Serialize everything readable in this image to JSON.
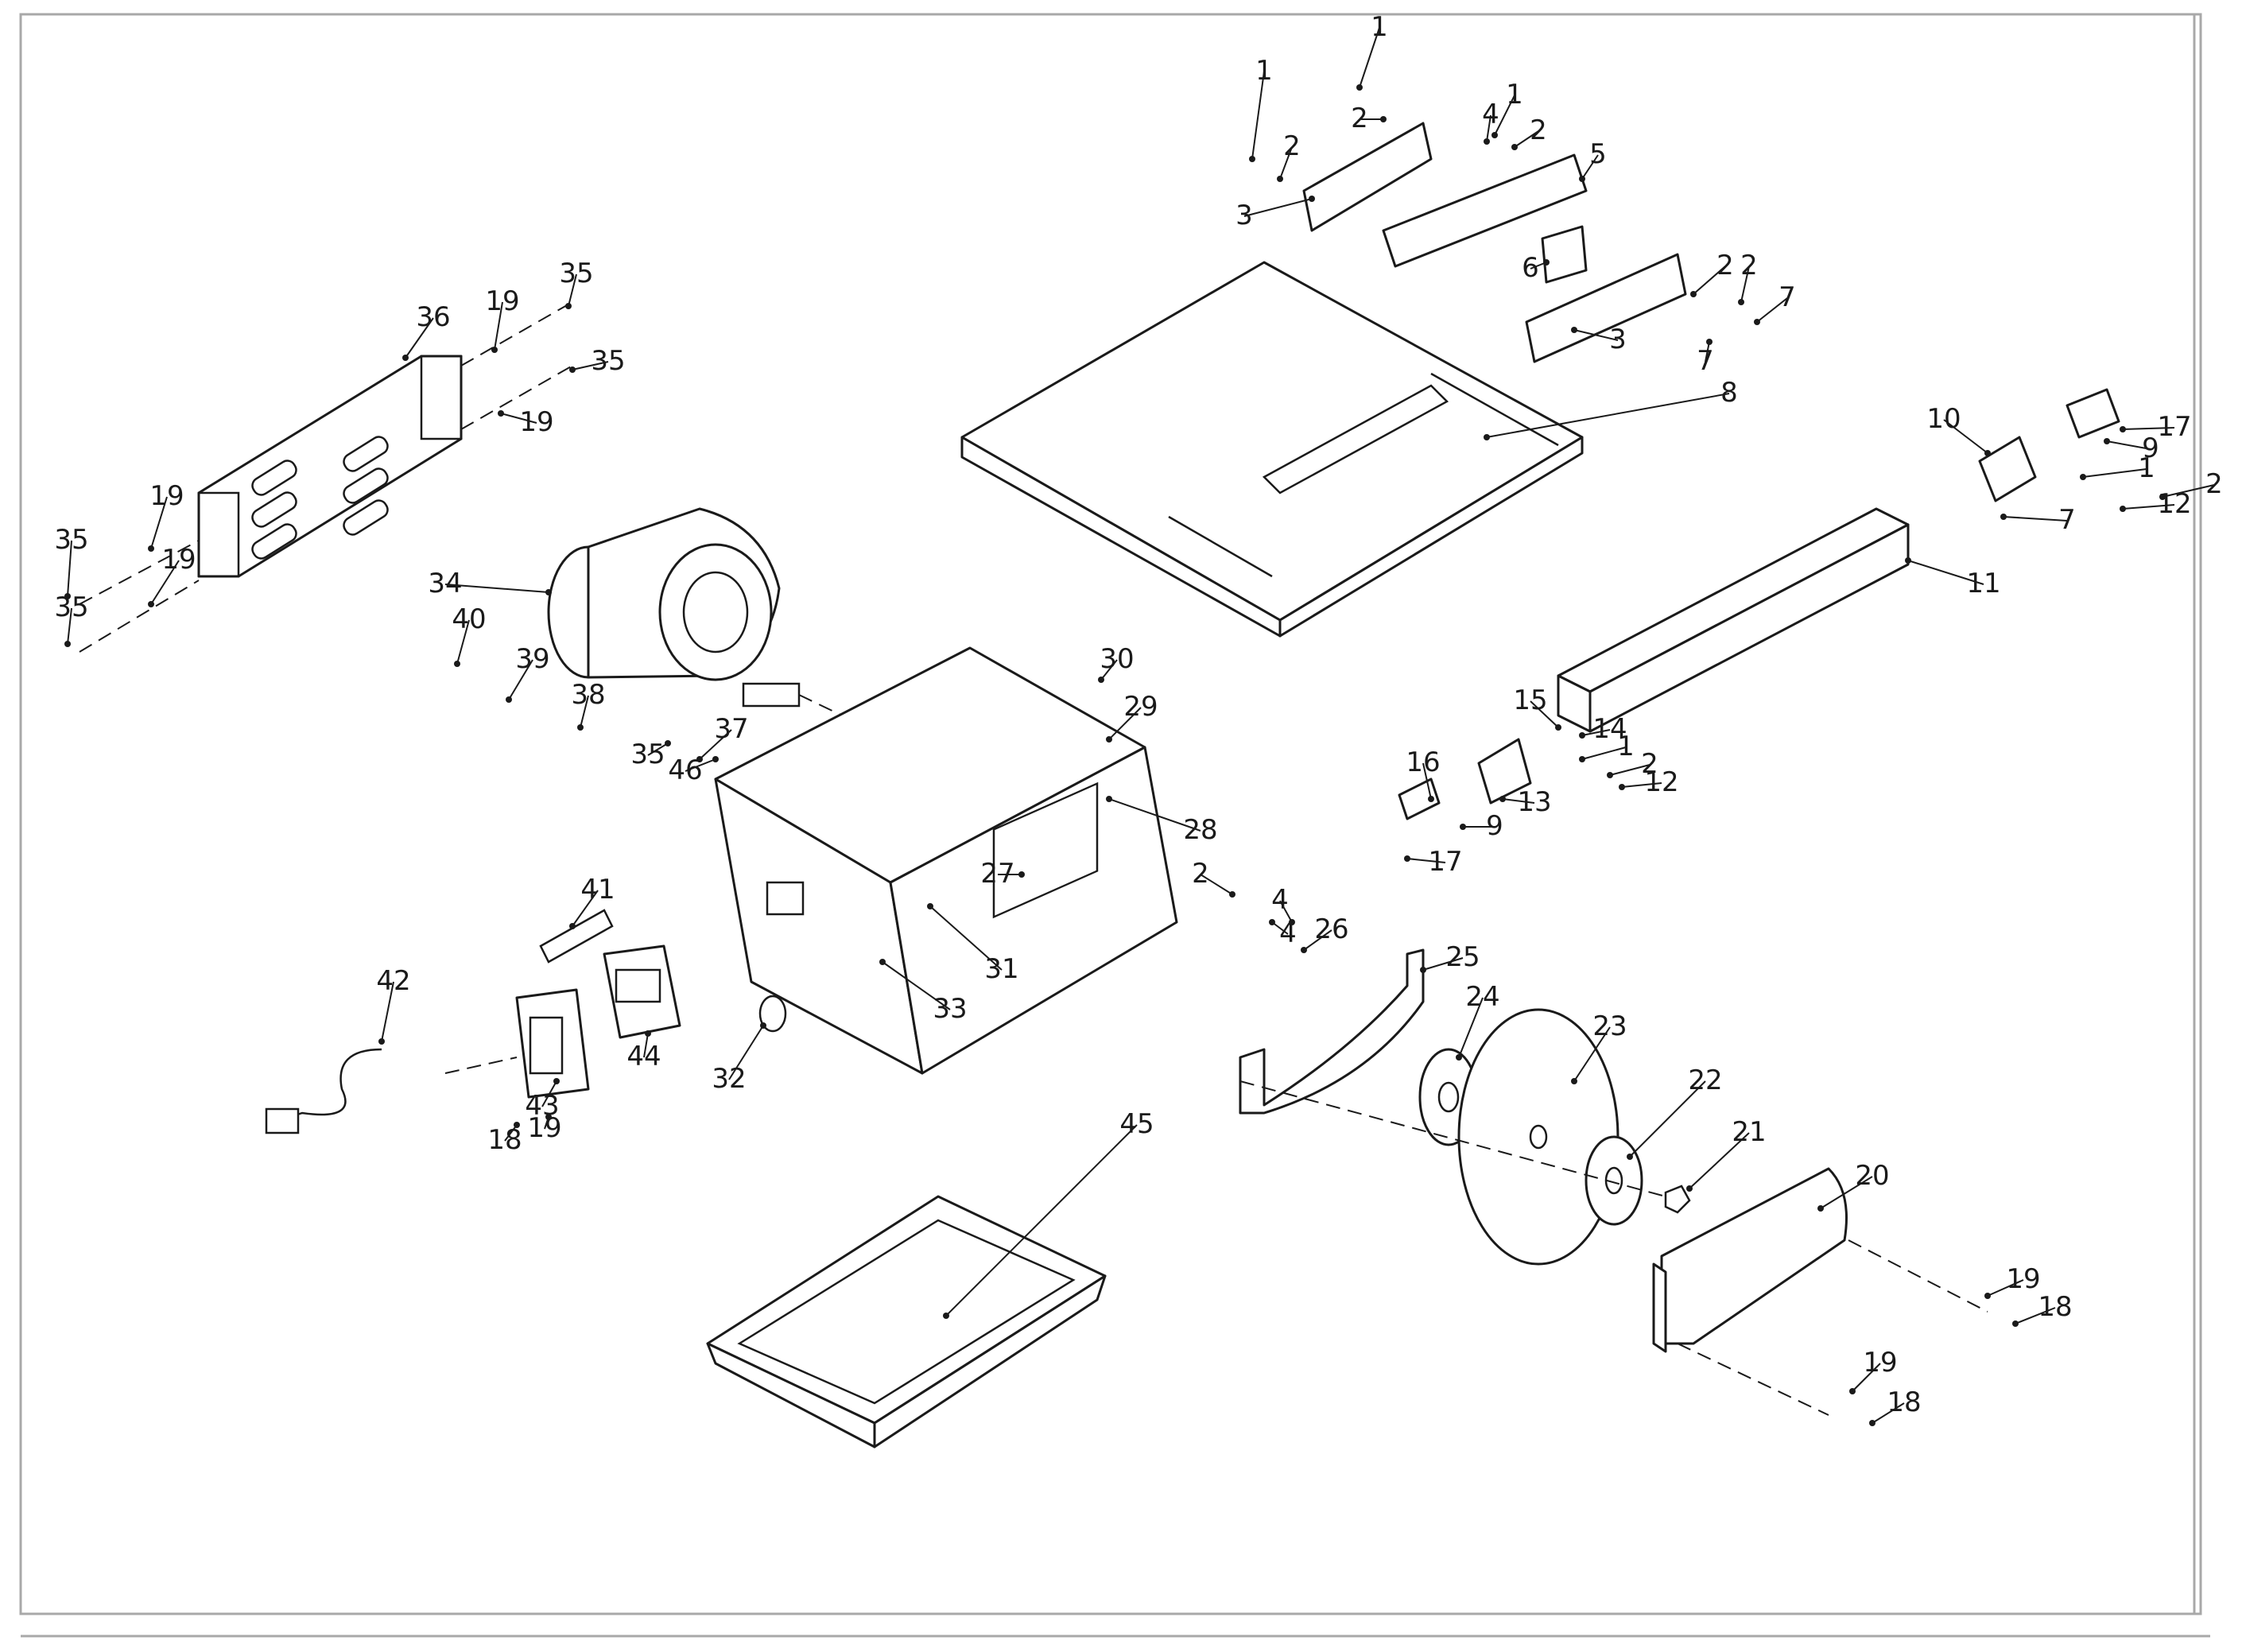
{
  "diagram": {
    "type": "exploded-parts-drawing",
    "callouts": [
      {
        "id": "c1a",
        "text": "1",
        "part": "nut"
      },
      {
        "id": "c1b",
        "text": "1",
        "part": "nut"
      },
      {
        "id": "c1c",
        "text": "1",
        "part": "nut"
      },
      {
        "id": "c1d",
        "text": "1",
        "part": "nut"
      },
      {
        "id": "c1e",
        "text": "1",
        "part": "nut"
      },
      {
        "id": "c2a",
        "text": "2",
        "part": "washer"
      },
      {
        "id": "c2b",
        "text": "2",
        "part": "washer"
      },
      {
        "id": "c2c",
        "text": "2",
        "part": "washer"
      },
      {
        "id": "c2d",
        "text": "2",
        "part": "washer"
      },
      {
        "id": "c2e",
        "text": "2",
        "part": "washer"
      },
      {
        "id": "c2f",
        "text": "2",
        "part": "washer"
      },
      {
        "id": "c2g",
        "text": "2",
        "part": "washer"
      },
      {
        "id": "c2h",
        "text": "2",
        "part": "washer"
      },
      {
        "id": "c3a",
        "text": "3",
        "part": "side bracket"
      },
      {
        "id": "c3b",
        "text": "3",
        "part": "side bracket"
      },
      {
        "id": "c4a",
        "text": "4",
        "part": "lock washer"
      },
      {
        "id": "c4b",
        "text": "4",
        "part": "lock washer"
      },
      {
        "id": "c4c",
        "text": "4",
        "part": "lock washer"
      },
      {
        "id": "c5",
        "text": "5",
        "part": "support plate"
      },
      {
        "id": "c6",
        "text": "6",
        "part": "center bracket"
      },
      {
        "id": "c7a",
        "text": "7",
        "part": "bolt"
      },
      {
        "id": "c7b",
        "text": "7",
        "part": "bolt"
      },
      {
        "id": "c7c",
        "text": "7",
        "part": "bolt"
      },
      {
        "id": "c8",
        "text": "8",
        "part": "table"
      },
      {
        "id": "c9a",
        "text": "9",
        "part": "washer"
      },
      {
        "id": "c9b",
        "text": "9",
        "part": "washer"
      },
      {
        "id": "c10",
        "text": "10",
        "part": "rail bracket"
      },
      {
        "id": "c11",
        "text": "11",
        "part": "rail tube"
      },
      {
        "id": "c12a",
        "text": "12",
        "part": "screw"
      },
      {
        "id": "c12b",
        "text": "12",
        "part": "screw"
      },
      {
        "id": "c13",
        "text": "13",
        "part": "rail bracket"
      },
      {
        "id": "c14",
        "text": "14",
        "part": "nut"
      },
      {
        "id": "c15",
        "text": "15",
        "part": "washer"
      },
      {
        "id": "c16",
        "text": "16",
        "part": "clamp plate"
      },
      {
        "id": "c17a",
        "text": "17",
        "part": "knob"
      },
      {
        "id": "c17b",
        "text": "17",
        "part": "knob"
      },
      {
        "id": "c18a",
        "text": "18",
        "part": "screw"
      },
      {
        "id": "c18b",
        "text": "18",
        "part": "screw"
      },
      {
        "id": "c18c",
        "text": "18",
        "part": "screw"
      },
      {
        "id": "c19a",
        "text": "19",
        "part": "washer"
      },
      {
        "id": "c19b",
        "text": "19",
        "part": "washer"
      },
      {
        "id": "c19c",
        "text": "19",
        "part": "washer"
      },
      {
        "id": "c19d",
        "text": "19",
        "part": "washer"
      },
      {
        "id": "c19e",
        "text": "19",
        "part": "washer"
      },
      {
        "id": "c19f",
        "text": "19",
        "part": "washer"
      },
      {
        "id": "c19g",
        "text": "19",
        "part": "washer"
      },
      {
        "id": "c20",
        "text": "20",
        "part": "blade guard"
      },
      {
        "id": "c21",
        "text": "21",
        "part": "arbor nut"
      },
      {
        "id": "c22",
        "text": "22",
        "part": "outer flange"
      },
      {
        "id": "c23",
        "text": "23",
        "part": "blade"
      },
      {
        "id": "c24",
        "text": "24",
        "part": "inner flange"
      },
      {
        "id": "c25",
        "text": "25",
        "part": "inner guard"
      },
      {
        "id": "c26",
        "text": "26",
        "part": "bolt"
      },
      {
        "id": "c27",
        "text": "27",
        "part": "motor plate"
      },
      {
        "id": "c28",
        "text": "28",
        "part": "bracket"
      },
      {
        "id": "c29",
        "text": "29",
        "part": "pin"
      },
      {
        "id": "c30",
        "text": "30",
        "part": "screw"
      },
      {
        "id": "c31",
        "text": "31",
        "part": "bushing"
      },
      {
        "id": "c32",
        "text": "32",
        "part": "knob"
      },
      {
        "id": "c33",
        "text": "33",
        "part": "bolt"
      },
      {
        "id": "c34",
        "text": "34",
        "part": "motor"
      },
      {
        "id": "c35a",
        "text": "35",
        "part": "screw"
      },
      {
        "id": "c35b",
        "text": "35",
        "part": "screw"
      },
      {
        "id": "c35c",
        "text": "35",
        "part": "screw"
      },
      {
        "id": "c35d",
        "text": "35",
        "part": "screw"
      },
      {
        "id": "c35e",
        "text": "35",
        "part": "screw"
      },
      {
        "id": "c36",
        "text": "36",
        "part": "vent panel"
      },
      {
        "id": "c37",
        "text": "37",
        "part": "washer"
      },
      {
        "id": "c38",
        "text": "38",
        "part": "nut"
      },
      {
        "id": "c39",
        "text": "39",
        "part": "cable clamp"
      },
      {
        "id": "c40",
        "text": "40",
        "part": "screw"
      },
      {
        "id": "c41",
        "text": "41",
        "part": "strain relief"
      },
      {
        "id": "c42",
        "text": "42",
        "part": "power cord"
      },
      {
        "id": "c43",
        "text": "43",
        "part": "switch"
      },
      {
        "id": "c44",
        "text": "44",
        "part": "switch plate"
      },
      {
        "id": "c45",
        "text": "45",
        "part": "water tray"
      },
      {
        "id": "c46",
        "text": "46",
        "part": "washer"
      }
    ]
  }
}
